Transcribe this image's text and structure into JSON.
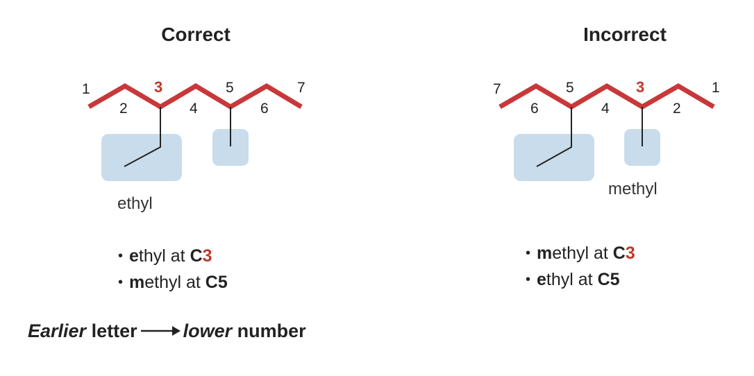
{
  "left": {
    "heading": "Correct",
    "numbers": [
      "1",
      "2",
      "3",
      "4",
      "5",
      "6",
      "7"
    ],
    "substituent_label": "ethyl",
    "bullets": [
      {
        "initial": "e",
        "rest": "thyl at ",
        "carbon_letter": "C",
        "carbon_number": "3"
      },
      {
        "initial": "m",
        "rest": "ethyl at ",
        "carbon_letter": "C",
        "carbon_number": "5"
      }
    ]
  },
  "right": {
    "heading": "Incorrect",
    "numbers": [
      "7",
      "6",
      "5",
      "4",
      "3",
      "2",
      "1"
    ],
    "substituent_label": "methyl",
    "bullets": [
      {
        "initial": "m",
        "rest": "ethyl at ",
        "carbon_letter": "C",
        "carbon_number": "3"
      },
      {
        "initial": "e",
        "rest": "thyl at ",
        "carbon_letter": "C",
        "carbon_number": "5"
      }
    ]
  },
  "rule": {
    "earlier": "Earlier",
    "letter": " letter",
    "lower": "lower",
    "number": " number"
  },
  "colors": {
    "chain": "#c8383a",
    "highlight_number": "#c0392b",
    "substituent_box": "#c9dceb",
    "bond": "#222222"
  },
  "icons": {
    "bullet": "•",
    "arrow": "right-arrow-icon"
  }
}
